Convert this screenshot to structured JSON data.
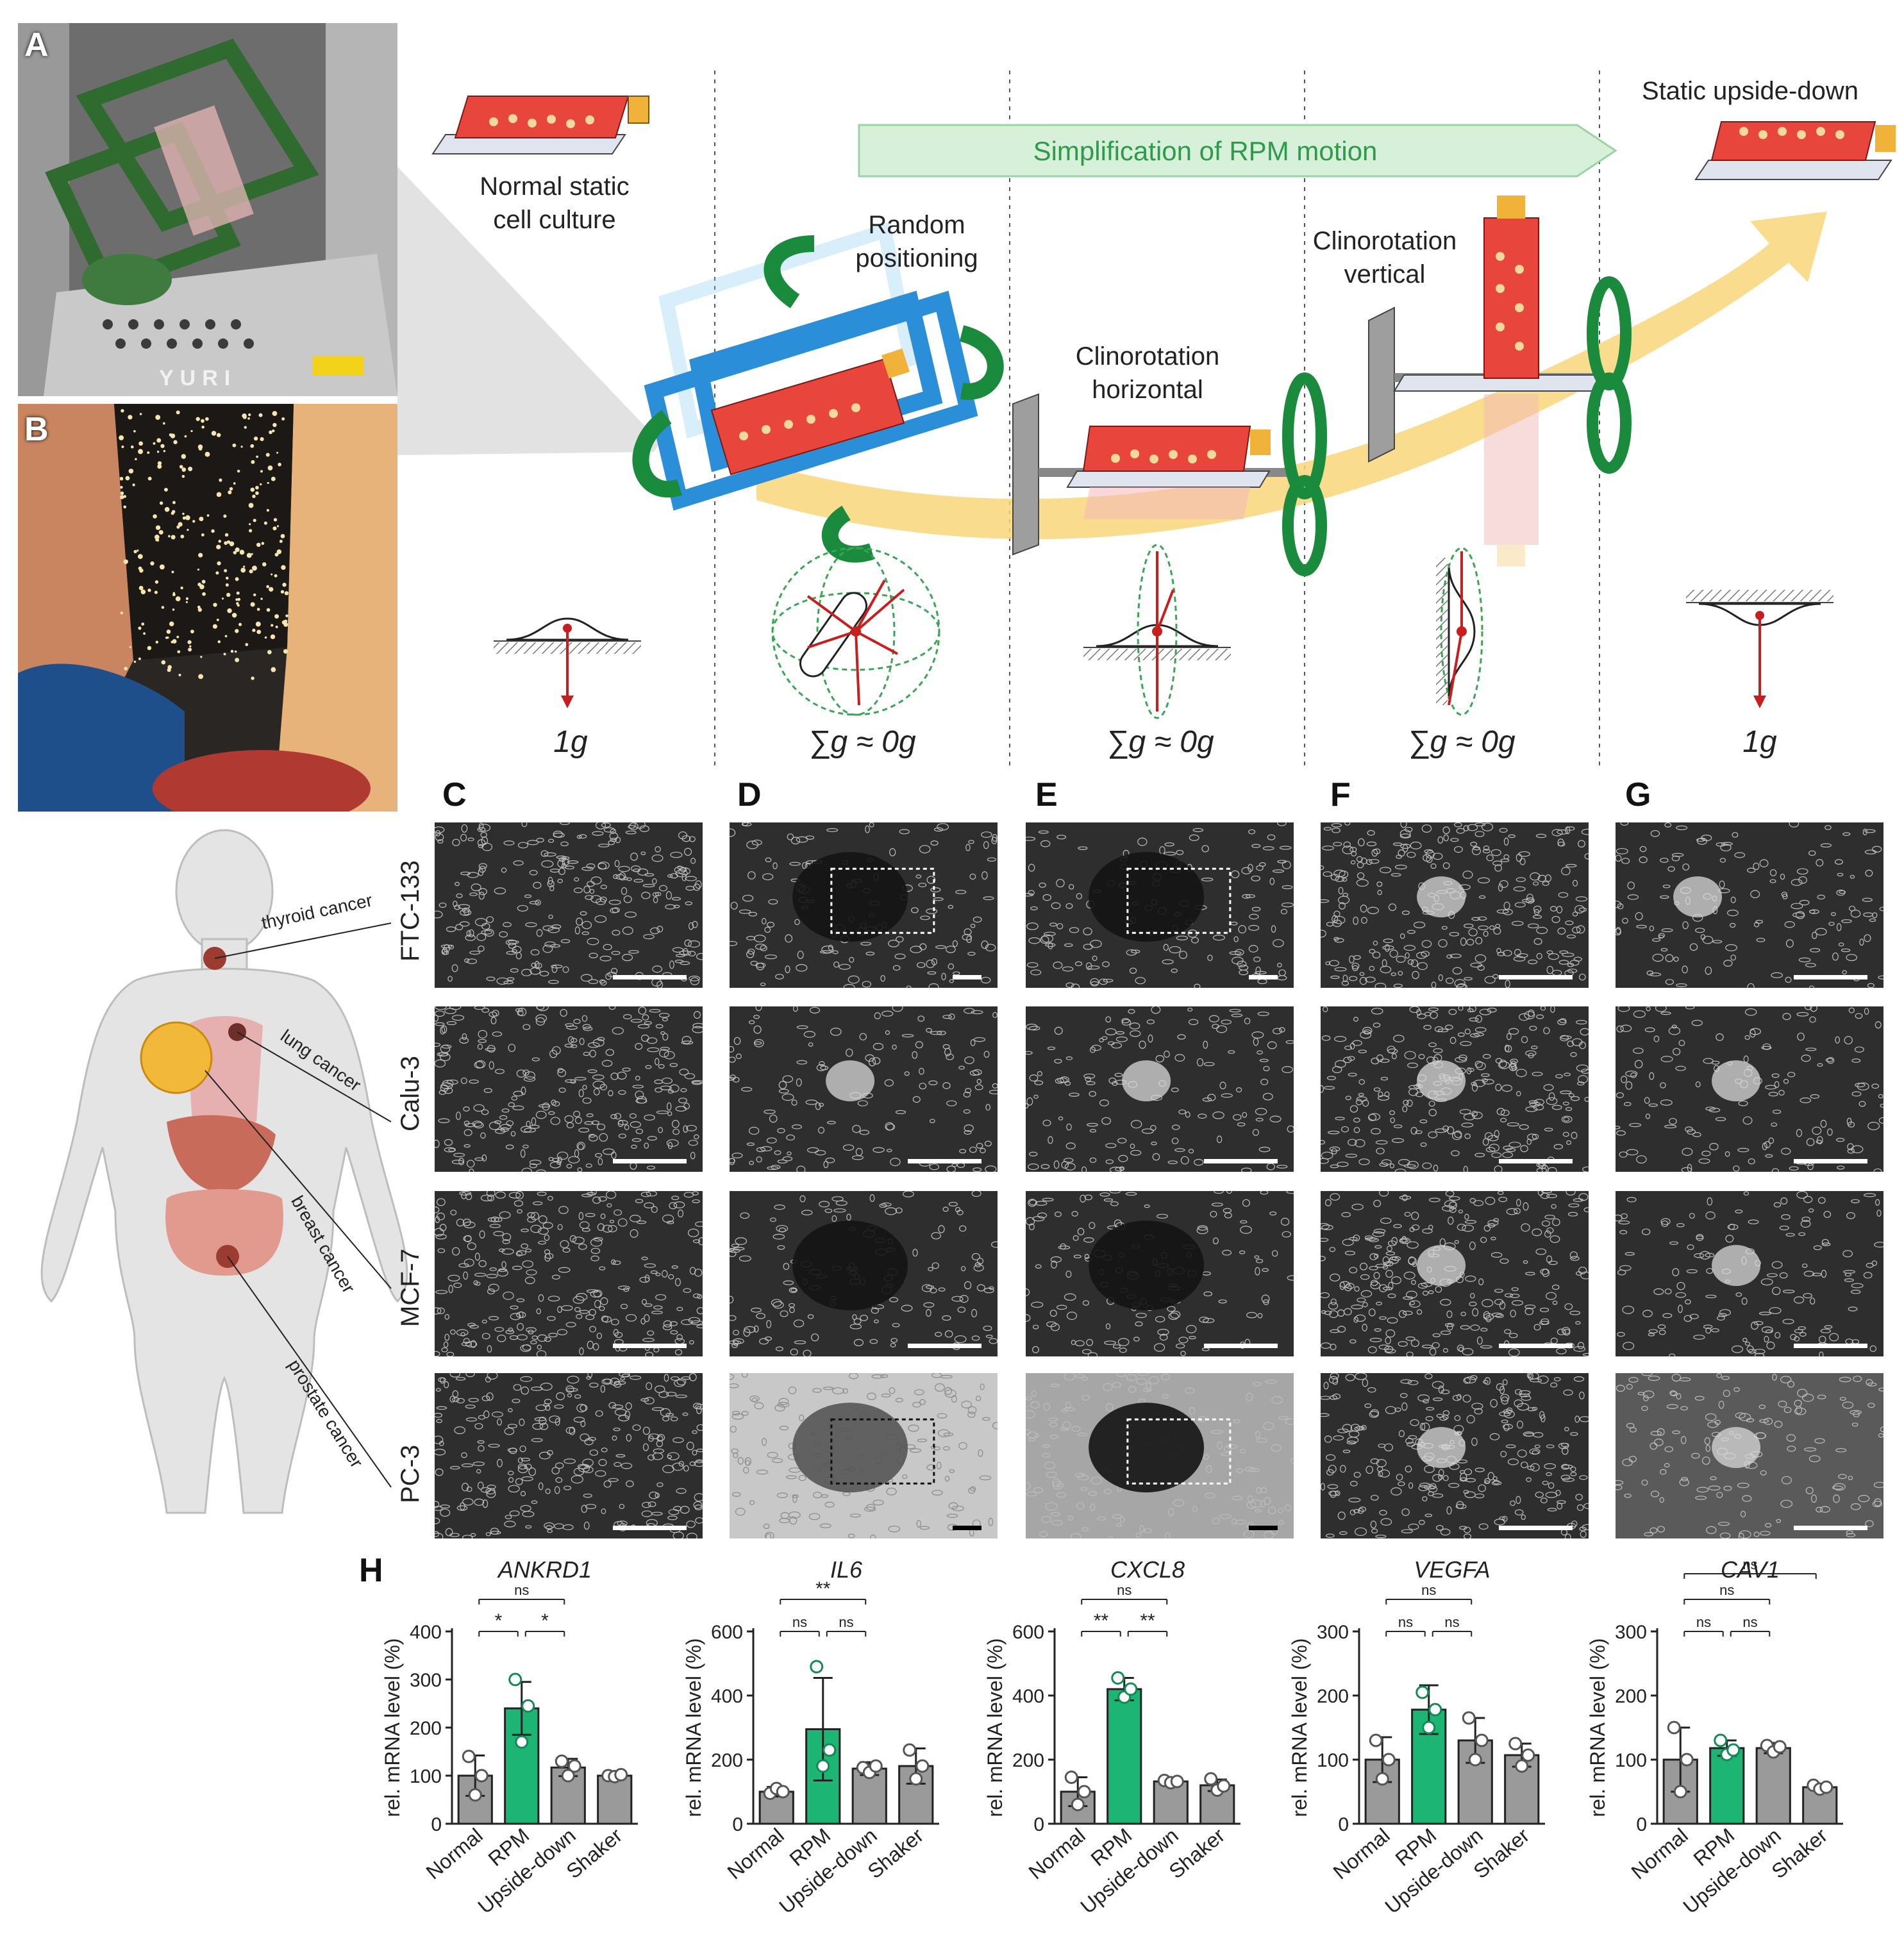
{
  "panels": {
    "A": "A",
    "B": "B",
    "C": "C",
    "D": "D",
    "E": "E",
    "F": "F",
    "G": "G",
    "H": "H"
  },
  "photo_a": {
    "brand_text": "YURI"
  },
  "schematic": {
    "normal_static": "Normal static\ncell culture",
    "random_positioning": "Random\npositioning",
    "clino_horizontal": "Clinorotation\nhorizontal",
    "clino_vertical": "Clinorotation\nvertical",
    "static_upside_down": "Static upside-down",
    "simplification_banner": "Simplification of RPM motion",
    "gravity_labels": [
      "1g",
      "∑g ≈ 0g",
      "∑g ≈ 0g",
      "∑g ≈ 0g",
      "1g"
    ]
  },
  "body": {
    "cancer_labels": [
      "thyroid cancer",
      "lung cancer",
      "breast cancer",
      "prostate cancer"
    ]
  },
  "micrographs": {
    "row_labels": [
      "FTC-133",
      "Calu-3",
      "MCF-7",
      "PC-3"
    ]
  },
  "colors": {
    "green": "#1db574",
    "gray": "#9a9a9a",
    "flask_red": "#e8453c",
    "rpm_blue": "#2a8fd8",
    "arrow_green": "#1a8a3c",
    "banner_green": "#3aa655",
    "yellow_arrow": "#f9d67a"
  },
  "chart_data": [
    {
      "type": "bar",
      "title": "ANKRD1",
      "ylabel": "rel. mRNA level (%)",
      "categories": [
        "Normal",
        "RPM",
        "Upside-down",
        "Shaker"
      ],
      "values": [
        100,
        240,
        117,
        100
      ],
      "errors": [
        42,
        55,
        18,
        6
      ],
      "points": [
        [
          140,
          60,
          100
        ],
        [
          300,
          170,
          245
        ],
        [
          130,
          100,
          120
        ],
        [
          100,
          98,
          102
        ]
      ],
      "ylim": [
        0,
        400
      ],
      "yticks": [
        0,
        100,
        200,
        300,
        400
      ],
      "significance": [
        {
          "from": 0,
          "to": 2,
          "label": "ns"
        },
        {
          "from": 0,
          "to": 1,
          "label": "*"
        },
        {
          "from": 1,
          "to": 2,
          "label": "*"
        }
      ]
    },
    {
      "type": "bar",
      "title": "IL6",
      "ylabel": "rel. mRNA level (%)",
      "categories": [
        "Normal",
        "RPM",
        "Upside-down",
        "Shaker"
      ],
      "values": [
        100,
        295,
        172,
        180
      ],
      "errors": [
        15,
        160,
        20,
        55
      ],
      "points": [
        [
          95,
          110,
          100
        ],
        [
          490,
          180,
          230
        ],
        [
          175,
          160,
          180
        ],
        [
          230,
          140,
          180
        ]
      ],
      "ylim": [
        0,
        600
      ],
      "yticks": [
        0,
        200,
        400,
        600
      ],
      "significance": [
        {
          "from": 0,
          "to": 2,
          "label": "**"
        },
        {
          "from": 0,
          "to": 1,
          "label": "ns"
        },
        {
          "from": 1,
          "to": 2,
          "label": "ns"
        }
      ]
    },
    {
      "type": "bar",
      "title": "CXCL8",
      "ylabel": "rel. mRNA level (%)",
      "categories": [
        "Normal",
        "RPM",
        "Upside-down",
        "Shaker"
      ],
      "values": [
        100,
        420,
        132,
        120
      ],
      "errors": [
        45,
        35,
        8,
        18
      ],
      "points": [
        [
          145,
          60,
          100
        ],
        [
          455,
          395,
          420
        ],
        [
          135,
          128,
          132
        ],
        [
          140,
          105,
          118
        ]
      ],
      "ylim": [
        0,
        600
      ],
      "yticks": [
        0,
        200,
        400,
        600
      ],
      "significance": [
        {
          "from": 0,
          "to": 2,
          "label": "ns"
        },
        {
          "from": 0,
          "to": 1,
          "label": "**"
        },
        {
          "from": 1,
          "to": 2,
          "label": "**"
        }
      ]
    },
    {
      "type": "bar",
      "title": "VEGFA",
      "ylabel": "rel. mRNA level (%)",
      "categories": [
        "Normal",
        "RPM",
        "Upside-down",
        "Shaker"
      ],
      "values": [
        100,
        178,
        130,
        107
      ],
      "errors": [
        35,
        38,
        35,
        18
      ],
      "points": [
        [
          130,
          70,
          100
        ],
        [
          205,
          150,
          178
        ],
        [
          165,
          100,
          130
        ],
        [
          125,
          90,
          107
        ]
      ],
      "ylim": [
        0,
        300
      ],
      "yticks": [
        0,
        100,
        200,
        300
      ],
      "significance": [
        {
          "from": 0,
          "to": 2,
          "label": "ns"
        },
        {
          "from": 0,
          "to": 1,
          "label": "ns"
        },
        {
          "from": 1,
          "to": 2,
          "label": "ns"
        }
      ]
    },
    {
      "type": "bar",
      "title": "CAV1",
      "ylabel": "rel. mRNA level (%)",
      "categories": [
        "Normal",
        "RPM",
        "Upside-down",
        "Shaker"
      ],
      "values": [
        100,
        118,
        118,
        57
      ],
      "errors": [
        50,
        12,
        8,
        5
      ],
      "points": [
        [
          150,
          50,
          100
        ],
        [
          130,
          108,
          115
        ],
        [
          122,
          112,
          120
        ],
        [
          60,
          54,
          57
        ]
      ],
      "ylim": [
        0,
        300
      ],
      "yticks": [
        0,
        100,
        200,
        300
      ],
      "significance": [
        {
          "from": 0,
          "to": 3,
          "label": "ns"
        },
        {
          "from": 0,
          "to": 2,
          "label": "ns"
        },
        {
          "from": 0,
          "to": 1,
          "label": "ns"
        },
        {
          "from": 1,
          "to": 2,
          "label": "ns"
        }
      ]
    }
  ]
}
